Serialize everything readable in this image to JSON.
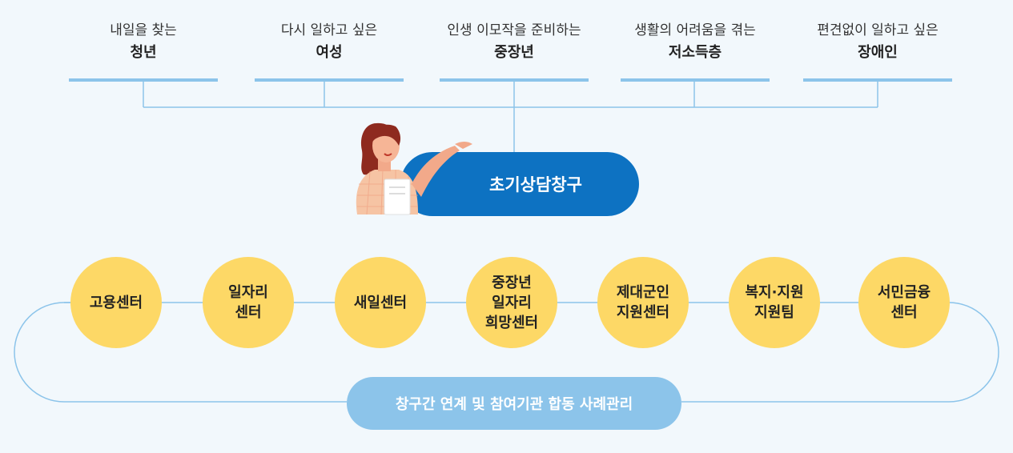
{
  "target_groups": [
    {
      "sub": "내일을 찾는",
      "main": "청년"
    },
    {
      "sub": "다시 일하고 싶은",
      "main": "여성"
    },
    {
      "sub": "인생 이모작을 준비하는",
      "main": "중장년"
    },
    {
      "sub": "생활의 어려움을 겪는",
      "main": "저소득층"
    },
    {
      "sub": "편견없이 일하고 싶은",
      "main": "장애인"
    }
  ],
  "initial_desk": "초기상담창구",
  "centers": [
    {
      "lines": [
        "고용센터"
      ]
    },
    {
      "lines": [
        "일자리",
        "센터"
      ]
    },
    {
      "lines": [
        "새일센터"
      ]
    },
    {
      "lines": [
        "중장년",
        "일자리",
        "희망센터"
      ]
    },
    {
      "lines": [
        "제대군인",
        "지원센터"
      ]
    },
    {
      "lines": [
        "복지·지원",
        "지원팀"
      ]
    },
    {
      "lines": [
        "서민금융",
        "센터"
      ]
    }
  ],
  "collaboration": "창구간 연계 및 참여기관 합동 사례관리",
  "colors": {
    "background": "#f2f8fc",
    "line": "#8cc4ea",
    "desk": "#0d72c2",
    "circle": "#fdd866",
    "pill": "#8cc4ea"
  }
}
